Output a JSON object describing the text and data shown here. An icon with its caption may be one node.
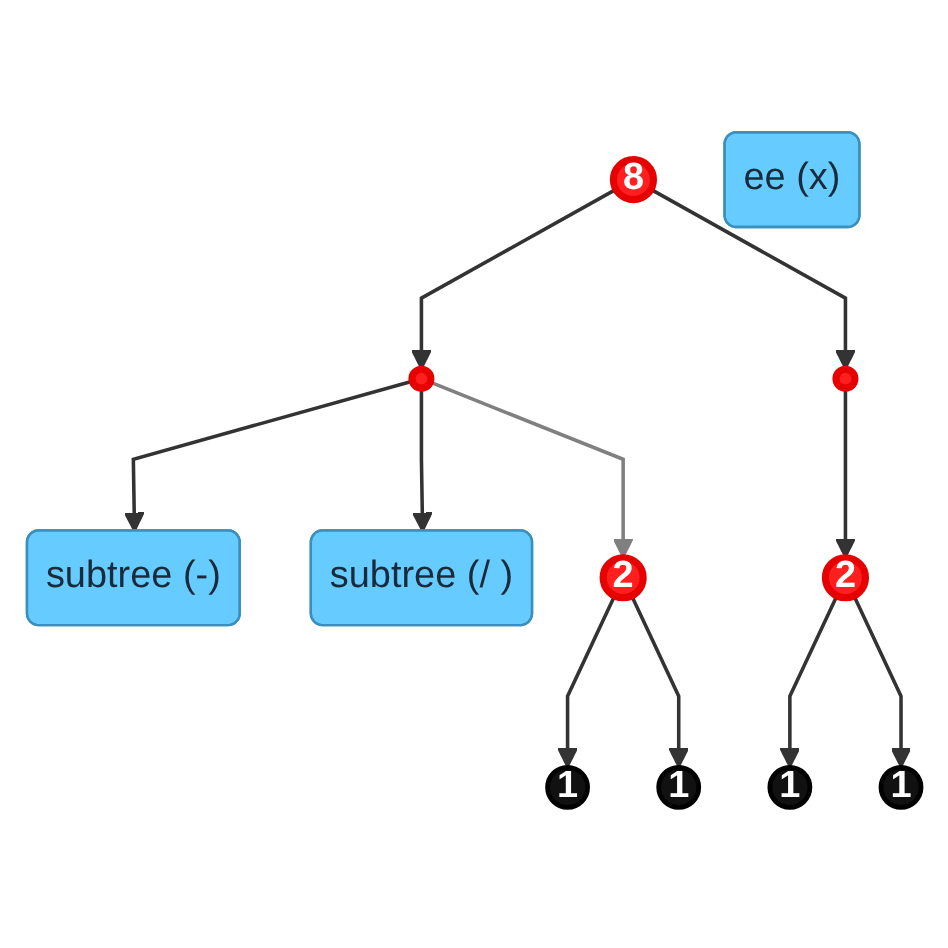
{
  "diagram": {
    "nodes": [
      {
        "text": [
          "8"
        ]
      },
      {
        "text": [],
        "shape": "circle"
      },
      {
        "text": [],
        "shape": "circle"
      },
      {
        "text": [
          "subtree (-)"
        ]
      },
      {
        "text": [
          "ee (x)"
        ]
      },
      {
        "text": [
          "subtree (/ )"
        ]
      },
      {
        "text": [
          "2"
        ]
      },
      {
        "text": [
          "2"
        ]
      },
      {
        "text": [
          "1"
        ]
      },
      {
        "text": [
          "1"
        ]
      },
      {
        "text": [
          "1"
        ]
      },
      {
        "text": [
          "1"
        ]
      }
    ],
    "edges": [
      {
        "from": 0,
        "to": 1,
        "arrow": "to"
      },
      {
        "from": 0,
        "to": 2,
        "arrow": "to"
      },
      {
        "from": 1,
        "to": 3,
        "arrow": "to"
      },
      {
        "from": 1,
        "to": 5,
        "arrow": "to"
      },
      {
        "from": 1,
        "to": 6,
        "arrow": "to",
        "color": "#808080"
      },
      {
        "from": 2,
        "to": 7,
        "arrow": "to"
      },
      {
        "from": 6,
        "to": 8,
        "arrow": "to"
      },
      {
        "from": 6,
        "to": 9,
        "arrow": "to"
      },
      {
        "from": 7,
        "to": 10,
        "arrow": "to"
      },
      {
        "from": 7,
        "to": 11,
        "arrow": "to"
      }
    ]
  }
}
